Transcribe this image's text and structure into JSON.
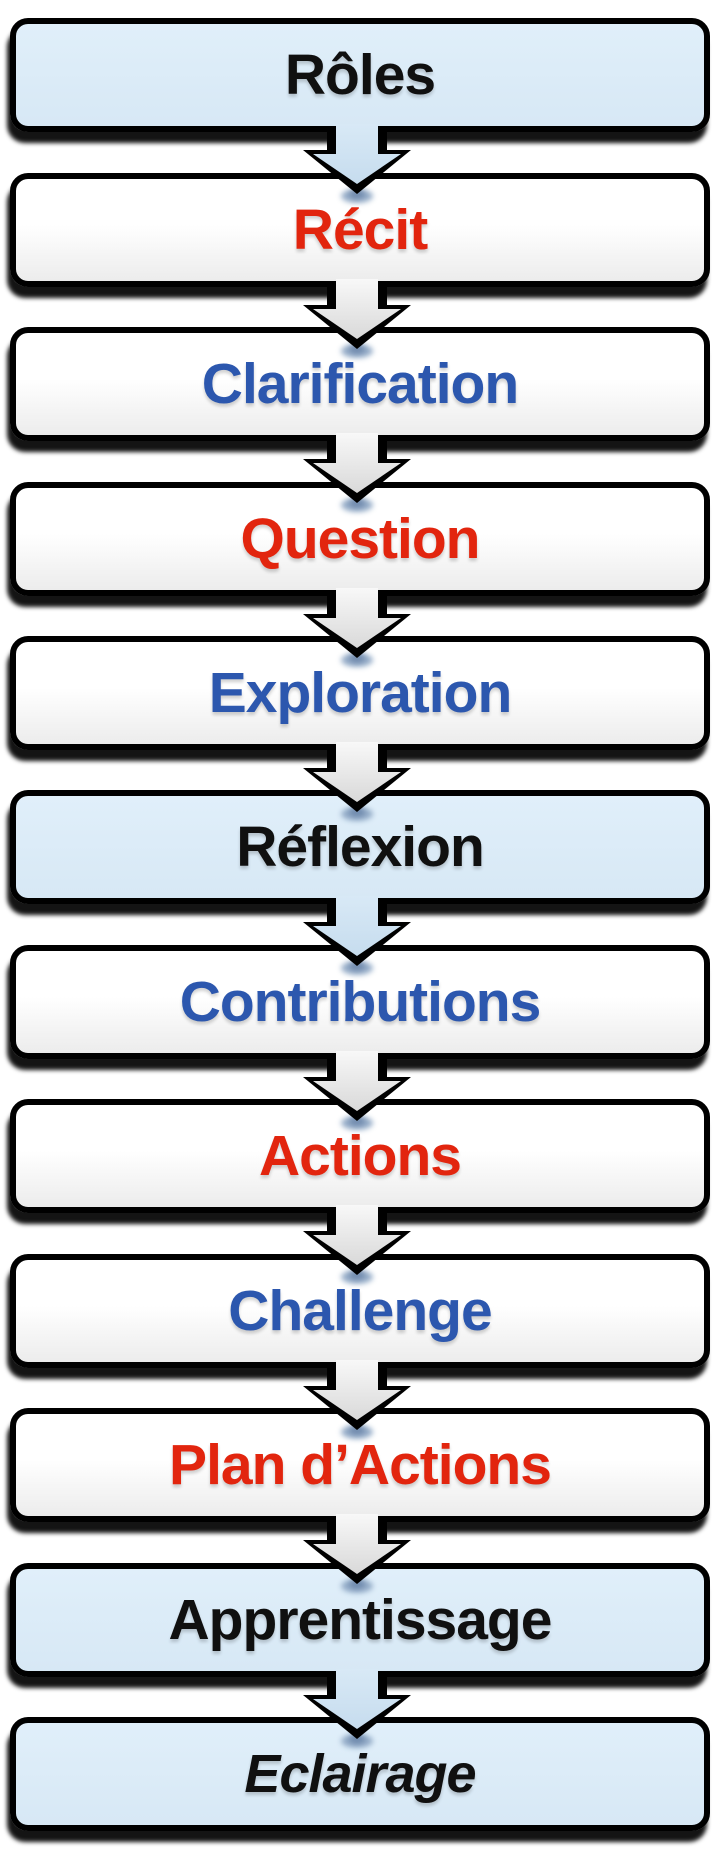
{
  "diagram": {
    "type": "vertical-flowchart",
    "steps": [
      {
        "label": "Rôles",
        "variant": "blue",
        "text_color": "black",
        "italic": false
      },
      {
        "label": "Récit",
        "variant": "white",
        "text_color": "red",
        "italic": false
      },
      {
        "label": "Clarification",
        "variant": "white",
        "text_color": "blue",
        "italic": false
      },
      {
        "label": "Question",
        "variant": "white",
        "text_color": "red",
        "italic": false
      },
      {
        "label": "Exploration",
        "variant": "white",
        "text_color": "blue",
        "italic": false
      },
      {
        "label": "Réflexion",
        "variant": "blue",
        "text_color": "black",
        "italic": false
      },
      {
        "label": "Contributions",
        "variant": "white",
        "text_color": "blue",
        "italic": false
      },
      {
        "label": "Actions",
        "variant": "white",
        "text_color": "red",
        "italic": false
      },
      {
        "label": "Challenge",
        "variant": "white",
        "text_color": "blue",
        "italic": false
      },
      {
        "label": "Plan d’Actions",
        "variant": "white",
        "text_color": "red",
        "italic": false
      },
      {
        "label": "Apprentissage",
        "variant": "blue",
        "text_color": "black",
        "italic": false
      },
      {
        "label": "Eclairage",
        "variant": "blue",
        "text_color": "black",
        "italic": true
      }
    ],
    "connectors": "down-arrows between each consecutive step, arrow fill matches source box fill"
  },
  "palette": {
    "box_border": "#000000",
    "box_white_fill": "#ffffff",
    "box_blue_fill": "#d9eaf6",
    "text_black": "#101010",
    "text_red": "#e2250e",
    "text_blue": "#2c57ae",
    "arrow_white_fill": "#f6f6f6",
    "arrow_blue_fill": "#d8e9f6",
    "arrow_tip_glow": "#8ca5c3"
  }
}
